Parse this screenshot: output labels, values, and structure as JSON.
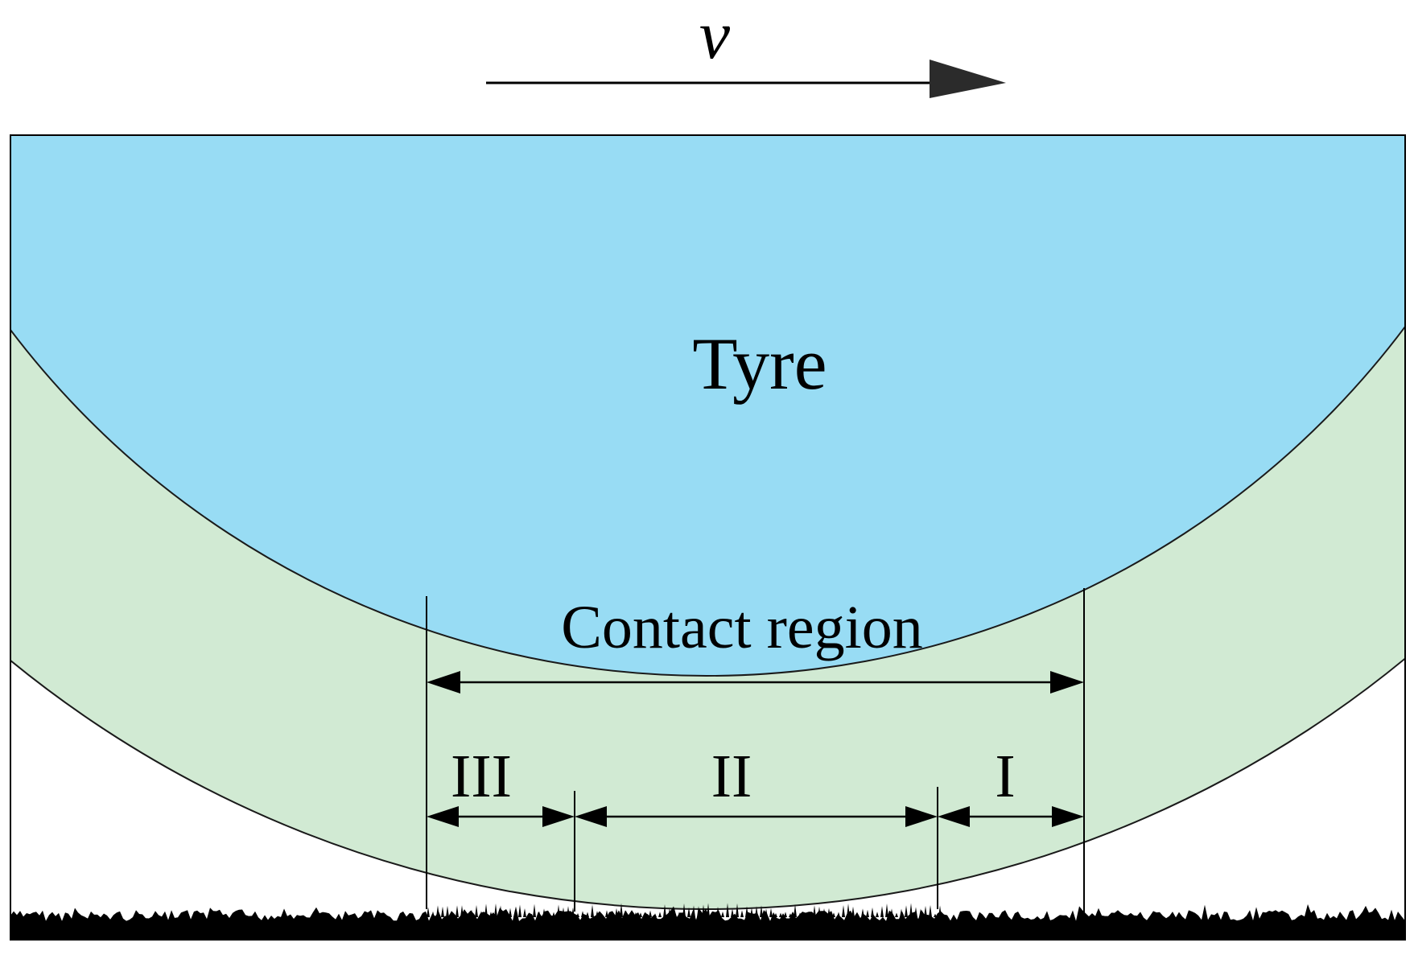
{
  "velocity": {
    "symbol": "v"
  },
  "tyre": {
    "label": "Tyre"
  },
  "contact": {
    "label": "Contact region"
  },
  "zones": [
    {
      "label": "III"
    },
    {
      "label": "II"
    },
    {
      "label": "I"
    }
  ],
  "colors": {
    "tyre_fill": "#98dcf4",
    "rubber_layer_fill": "#d1ead3",
    "background": "#ffffff",
    "ground": "#000000",
    "lines": "#000000",
    "velocity_arrow_head": "#2b2b2b"
  },
  "icons": {
    "velocity_arrow": "arrow-right-icon",
    "ground": "rough-road-surface"
  }
}
